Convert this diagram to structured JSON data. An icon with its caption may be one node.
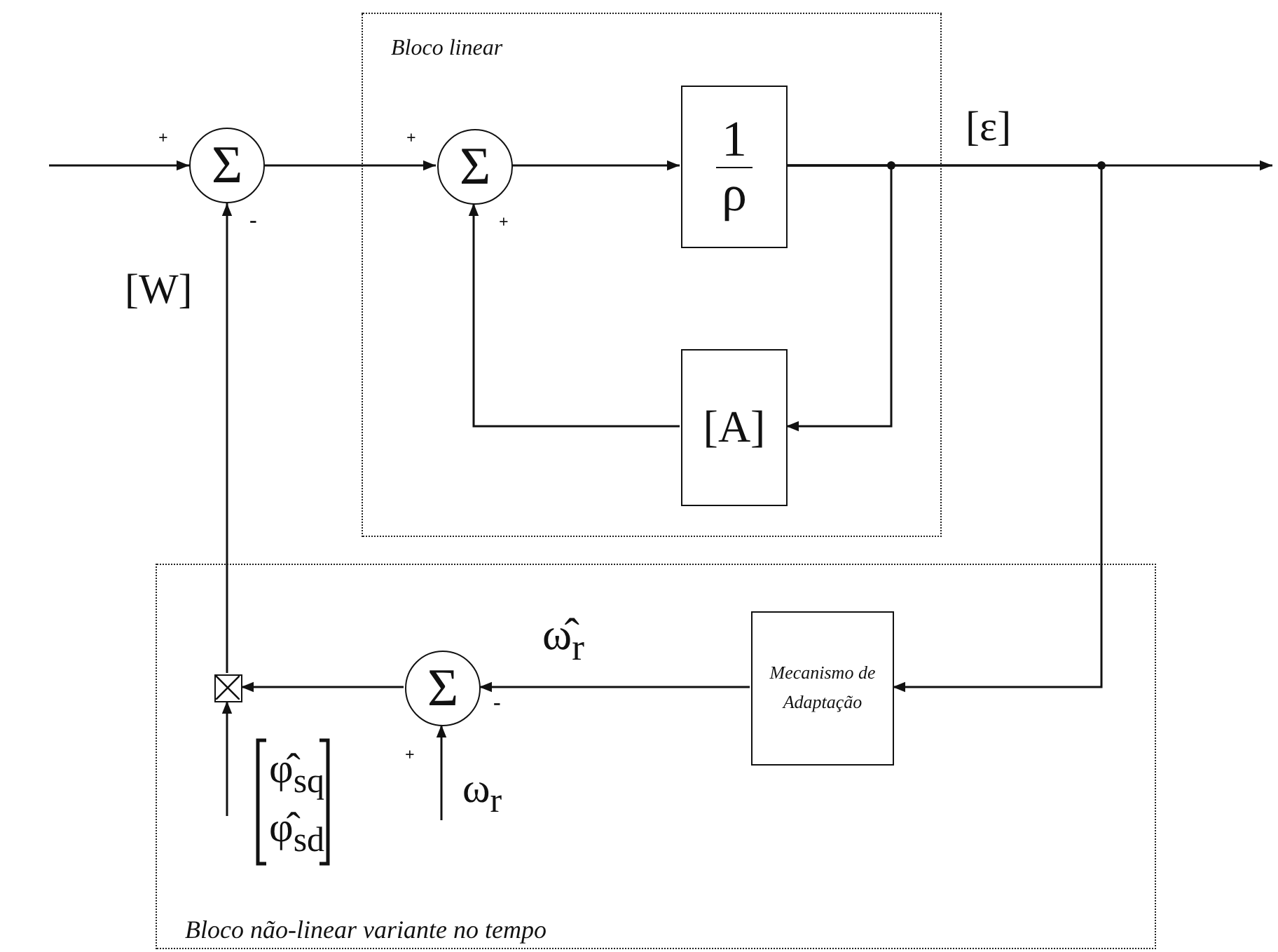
{
  "diagram": {
    "nodes": [
      {
        "text": [
          "Bloco linear"
        ]
      },
      {
        "text": [
          "Σ"
        ]
      },
      {
        "text": [
          "Σ"
        ],
        "in": 0
      },
      {
        "text": [
          "1",
          "ρ"
        ],
        "in": 0
      },
      {
        "text": [
          "[A]"
        ],
        "in": 0
      },
      {
        "text": [
          "Bloco não-linear variante no tempo"
        ]
      },
      {
        "text": [],
        "shape": "box",
        "in": 5
      },
      {
        "text": [
          "Σ"
        ],
        "in": 5
      },
      {
        "text": [
          "Mecanismo de Adaptação"
        ],
        "in": 5
      }
    ],
    "edges": [
      {
        "from": null,
        "to": 1,
        "arrow": "to"
      },
      {
        "from": 1,
        "to": 2,
        "arrow": "to"
      },
      {
        "from": 2,
        "to": 3,
        "arrow": "to"
      },
      {
        "from": 3,
        "to": null,
        "arrow": "to"
      },
      {
        "from": 3,
        "to": 4,
        "arrow": "to"
      },
      {
        "from": 3,
        "to": 8,
        "arrow": "to"
      },
      {
        "from": 4,
        "to": 2,
        "arrow": "to"
      },
      {
        "from": 8,
        "to": 7,
        "arrow": "to"
      },
      {
        "from": 7,
        "to": 6,
        "arrow": "to"
      },
      {
        "from": 6,
        "to": 1,
        "arrow": "to"
      },
      {
        "from": null,
        "to": 6,
        "arrow": "to"
      },
      {
        "from": null,
        "to": 7,
        "arrow": "to"
      }
    ],
    "labels": [
      "+",
      "+",
      "[ε]",
      "-",
      "+",
      "[W]",
      "ω̂$_{r}$",
      "-",
      "+",
      "φ̂$_{sq}$",
      "ω$_{r}$",
      "φ̂$_{sd}$"
    ]
  }
}
